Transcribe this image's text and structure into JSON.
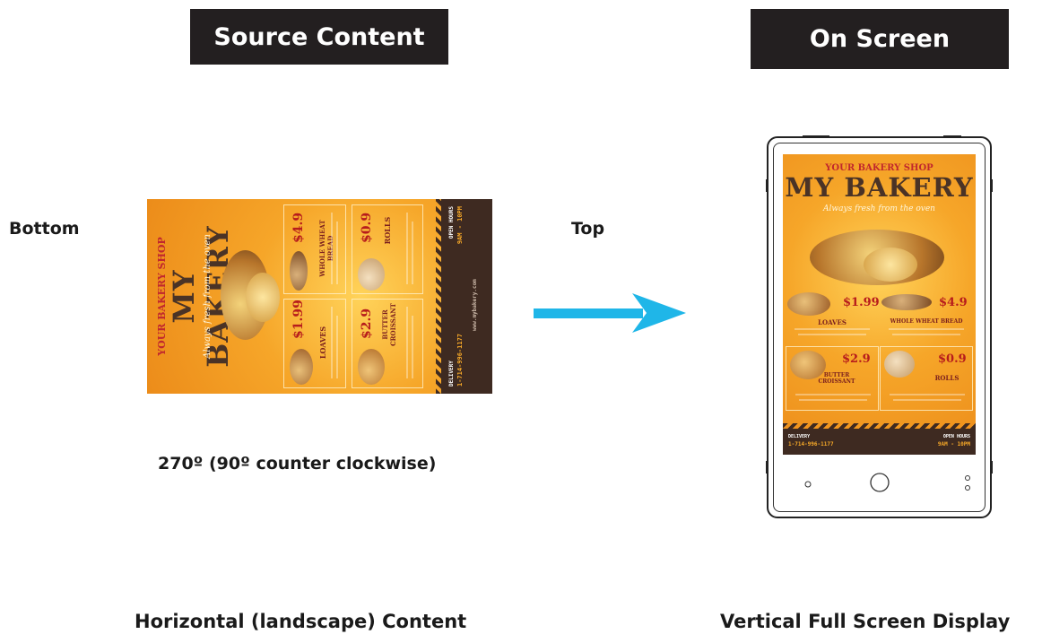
{
  "headers": {
    "source": "Source Content",
    "screen": "On Screen"
  },
  "labels": {
    "bottom": "Bottom",
    "top": "Top",
    "rotation": "270º (90º counter clockwise)",
    "horizontal": "Horizontal (landscape) Content",
    "vertical": "Vertical Full Screen Display"
  },
  "poster": {
    "shop": "YOUR BAKERY SHOP",
    "title": "MY BAKERY",
    "tagline": "Always fresh from the oven",
    "items": [
      {
        "name": "LOAVES",
        "price": "$1.99"
      },
      {
        "name": "WHOLE WHEAT BREAD",
        "price": "$4.9"
      },
      {
        "name": "BUTTER CROISSANT",
        "price": "$2.9"
      },
      {
        "name": "ROLLS",
        "price": "$0.9"
      }
    ],
    "delivery_label": "DELIVERY",
    "phone": "1-714-996-1177",
    "hours_label": "OPEN HOURS",
    "hours": "9AM - 10PM",
    "website": "www.mybakery.com"
  },
  "colors": {
    "header_bg": "#231f20",
    "arrow": "#1fb6e8",
    "poster_orange": "#f6a629",
    "poster_red": "#c1272d",
    "poster_brown": "#3e2a21"
  },
  "icons": {
    "arrow": "right-arrow-icon",
    "home": "home-button-icon"
  }
}
